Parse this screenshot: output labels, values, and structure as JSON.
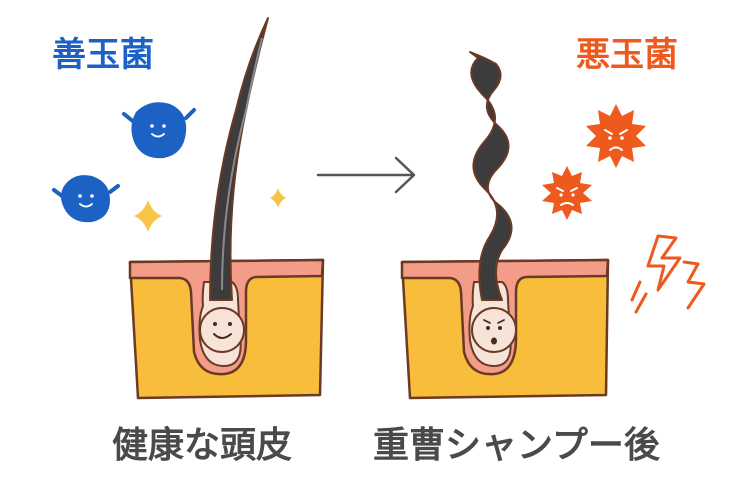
{
  "labels": {
    "good_bacteria": "善玉菌",
    "bad_bacteria": "悪玉菌",
    "healthy_scalp": "健康な頭皮",
    "after_baking_soda_shampoo": "重曹シャンプー後"
  },
  "colors": {
    "good_blue": "#1c62c4",
    "bad_orange": "#ee5a1e",
    "skin_yellow": "#f8bd3a",
    "skin_pink": "#f39c88",
    "outline_brown": "#6b3a24",
    "hair_dark": "#3c3c3c",
    "sparkle_yellow": "#f6c547",
    "caption_gray": "#4a4a4a"
  },
  "icons": {
    "good": "smiling-blob-icon",
    "bad": "angry-spiky-germ-icon",
    "damage": "lightning-bolt-icon",
    "sparkle": "sparkle-icon",
    "transition": "arrow-right-icon"
  }
}
